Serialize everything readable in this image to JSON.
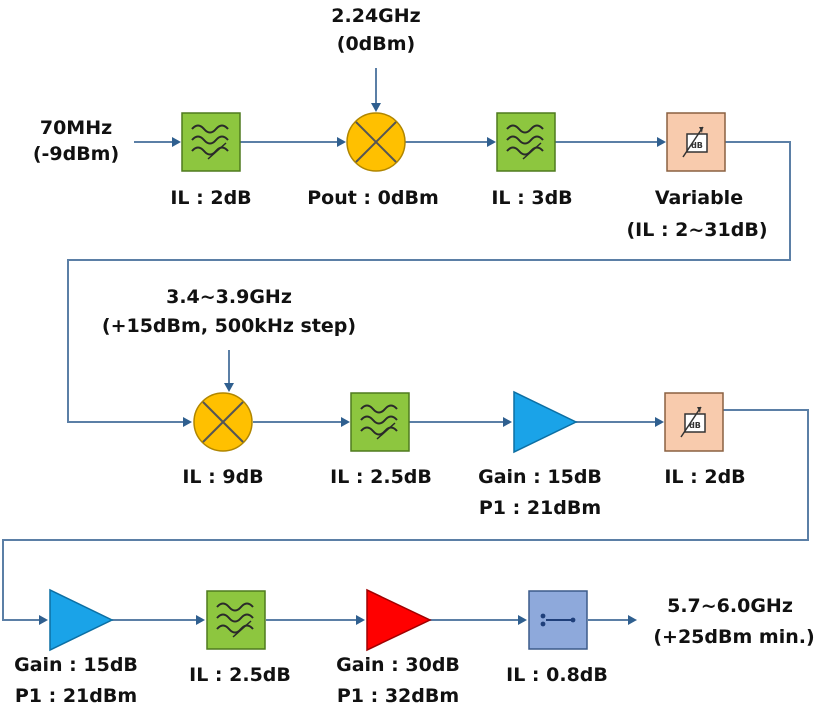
{
  "input": {
    "freq": "70MHz",
    "power": "(-9dBm)"
  },
  "lo1": {
    "freq": "2.24GHz",
    "power": "(0dBm)"
  },
  "row1": {
    "filter1_label": "IL : 2dB",
    "mixer1_label": "Pout : 0dBm",
    "filter2_label": "IL : 3dB",
    "attenuator1_label1": "Variable",
    "attenuator1_label2": "(IL : 2~31dB)"
  },
  "lo2": {
    "freq": "3.4~3.9GHz",
    "detail": "(+15dBm, 500kHz step)"
  },
  "row2": {
    "mixer2_label": "IL : 9dB",
    "filter3_label": "IL : 2.5dB",
    "amp1_label1": "Gain : 15dB",
    "amp1_label2": "P1 : 21dBm",
    "attenuator2_label": "IL : 2dB"
  },
  "row3": {
    "amp2_label1": "Gain : 15dB",
    "amp2_label2": "P1 : 21dBm",
    "filter4_label": "IL : 2.5dB",
    "amp3_label1": "Gain : 30dB",
    "amp3_label2": "P1 : 32dBm",
    "switch_label": "IL : 0.8dB"
  },
  "output": {
    "freq": "5.7~6.0GHz",
    "power": "(+25dBm min.)"
  },
  "attenuator_icon_text": "dB",
  "colors": {
    "filter": "#8dc63f",
    "mixer": "#ffc000",
    "attenuator": "#f8cbad",
    "amp_blue": "#1aa3e8",
    "amp_red": "#ff0000",
    "switch": "#8ea9db",
    "wire": "#5b7fa6"
  }
}
